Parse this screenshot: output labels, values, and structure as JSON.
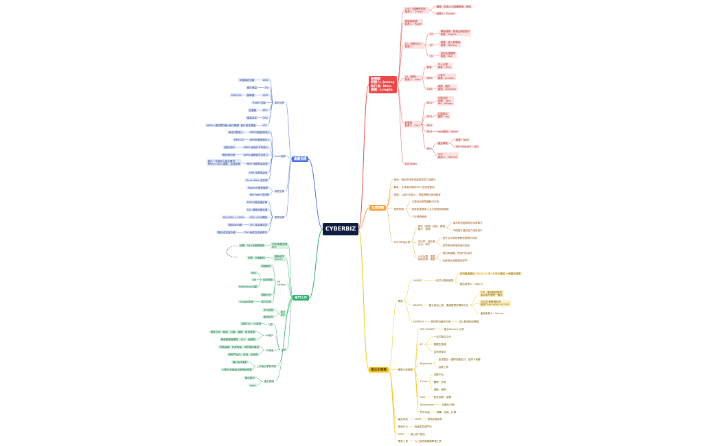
{
  "colors": {
    "hub": "#0f1c3f",
    "red": "#ec4848",
    "orange": "#f0a040",
    "yellow": "#f2c318",
    "blue": "#4a6fe0",
    "green": "#28b06a"
  },
  "hub": "CYBERBIZ",
  "red": {
    "main": [
      "組織圖",
      "創辦人: Jemmy",
      "執行長: Allen",
      "總裁: Lungjia"
    ],
    "n_cmo": [
      "CMO（總體營運官）",
      "負責人：Evelyn"
    ],
    "n_cmo_1": "職責：負責公司整體策略、營運",
    "n_cmo_2": "負責人：Evelyn",
    "n_finance": [
      "財務與總務",
      "負責人：Roger"
    ],
    "n_sd": [
      "SD（服務交付）",
      "負責人："
    ],
    "n_cs": "CS",
    "n_cs_1": [
      "專案經理：負責品牌型客戶",
      "負責：Sophia"
    ],
    "n_cp": "CP",
    "n_cp_1": [
      "營運：導入與專案",
      "負責：Nadina"
    ],
    "n_ts": "TS",
    "n_ts_1": [
      "技術支援團隊",
      "負責：Neil"
    ],
    "n_sa": [
      "SA（業務）",
      "負責人：allen"
    ],
    "n_sa_a": "新客",
    "n_sa_a1": [
      "中小企業",
      "負責：Alvin"
    ],
    "n_sa_b": "KAM",
    "n_sa_b1": [
      "大客戶",
      "負責：Jennifer"
    ],
    "n_sa_c": "CSM",
    "n_sa_c1": [
      "經營、續約",
      "負責：Ambrose"
    ],
    "n_rd": [
      "研發組",
      "負責人：Nick"
    ],
    "n_rd_a": "RD1",
    "n_rd_a1": [
      "代號系統",
      "架構：Tony",
      "PM：William"
    ],
    "n_rd_b": "RD2",
    "n_rd_b1": [
      "訂閱產品",
      "團隊：ray"
    ],
    "n_rd_c": "RD3",
    "n_rd_d": "RD4",
    "n_rd_d1": "data應用：Aaron",
    "n_rd_e": "PM",
    "n_rd_e1": "產品專案",
    "n_rd_e1a": "負責：Noel",
    "n_rd_e1b": "APP MARKET：Will",
    "n_rd_e2": [
      "OPS",
      "負責人：Hannah"
    ],
    "n_join": "Join team"
  },
  "orange": {
    "main": "目標策略",
    "o1": "使命：讓全球商家透過雲端的力量開店",
    "o2": "願景：全球頂尖電商OMO生態運營商",
    "o3": "價值：以客戶為核心，精進專業技術與顧客",
    "o4": "經營策略",
    "o4a": "以電商協會整體解決方案",
    "o4b": "新零售產業導入全方案服務與服務",
    "o4c": "三年經營策略",
    "o5": "2025年度目標",
    "o5a": [
      "營收（服務）成長：擴增",
      "客戶：穩健"
    ],
    "o5a1": "產品附提級擴張化商業模式",
    "o5a2": "不斷提升產品能力滿足客戶",
    "o5b": [
      "市佔率、留存度",
      "生活：優化"
    ],
    "o5b1": "提升台灣零售業轉型服務的效能",
    "o5b2": "新零售與跨境增長的技術",
    "o5c": [
      "公司治理：重要",
      "效應目標：穩健"
    ],
    "o5c1": "增加與媒體、跨部門的協作",
    "o5c2": "改變與升級聯盟的部門"
  },
  "yellow": {
    "main": "產品生態圈",
    "y1": "開發",
    "y1a": "OWSDT",
    "y1a1": "一站式AI電商營運",
    "y1a1a": "多項營運產品：O．L．I．N．E 可以連結 一個整合營運",
    "y1a1b": "產品負責人：Naomi",
    "y1b": "BRIDGE",
    "y1b1": "整合商品上架、價格管理的電商平台",
    "y1b1a": [
      "PIM：產品數據管理",
      "整合客戶管理一體化"
    ],
    "y1b1b": [
      "OMS訂單管理系統",
      "數據CRM+WMS+ECPOS"
    ],
    "y1b1c": "產品負責人：Winnie",
    "y1c": "EXPRESS",
    "y1c1": "跨境物流解決方案",
    "y1c2": "幫以跨境物流開發",
    "y2": "開發生態服務",
    "y2a": "APP MARKET",
    "y2a1": "整合Martech工具",
    "y2b": "EC",
    "y2b1": "一站式開店平台",
    "y2b2": "擴展生態鏈",
    "y2b3": "金物流整合",
    "y2c": "Payments",
    "y2c1": "金流整合：國際外匯支付、信用卡授權",
    "y2c2": "金融工具",
    "y2d": "Ticket",
    "y2d1": "活動平台",
    "y2d2": "購票：會員",
    "y2d3": "場館：服務",
    "y2e": "SCM",
    "y2e1": "物流供應：採購",
    "y2f": "Automation",
    "y2f1": "自動化行銷",
    "y2g": "門市系統",
    "y2g1": "導購、收款、訂單",
    "y3": "產品系統",
    "y3a": "WMS",
    "y3a1": "智慧倉儲系統",
    "y4": "電商POS",
    "y4a": "快速高質感門市",
    "y5": "OMO",
    "y5a": "線上線下整合",
    "y6": "電商工具",
    "y6a": "人工智慧與機器學習工具"
  },
  "blue": {
    "main": "業績指標",
    "b1": "重點指標",
    "b1a": "GMV",
    "b1a1": "年度總成交額",
    "b1b": "OV",
    "b1b1": "總訂單量",
    "b1c": "AOV",
    "b1c1": "OMV/OV",
    "b1c2": "客單價",
    "b1d": "Traffic 流量",
    "b1e": "RPS",
    "b1e1": "訪客數",
    "b1f": "CAC",
    "b1f1": "獲客成本",
    "b1g": "LTV",
    "b1g1": "客戶終生價值",
    "b1g2": "ARPU=總訂閱月數x每月單價",
    "b2": "SaaS指標",
    "b2a": "MRR月度經常收入",
    "b2a1": "每月訂閱收入",
    "b2b": "ARR年度經常收入",
    "b2b1": "MRR*12",
    "b2c": "ARPU 每用戶平均收入",
    "b2c1": "營收/用戶",
    "b2d": "ARPA 每帳號平均收入",
    "b2d1": "營收/帳戶數",
    "b2e": "NRR 淨營收留存率",
    "b2e1": [
      "客戶一年後收入變化情況",
      "NRR>100% 擴展：加深依賴"
    ],
    "b2f": "GRR 毛營收留存",
    "b2g": "Churn Rate 流失率",
    "b3": "銷售指標",
    "b3a": "Pipeline 銷售機會",
    "b3b": "Win Rate 成交率",
    "b4": "業務指標",
    "b4a": "MQL行銷合格名單",
    "b4b": "SQL 業務合格名單",
    "b4c": "MQL→SQL轉換",
    "b4c1": "SQL/MQL x 100%",
    "b4d": "CPL 每名單成本",
    "b4d1": "費用/lead數",
    "b4e": "CPA 每成交名單成本",
    "b4e1": "費用/成交客戶數"
  },
  "green": {
    "main": "部門工作",
    "g1": [
      "行銷/業務營運",
      "KOL"
    ],
    "g1a": "目標：DAU及業績增長",
    "g2": [
      "業務協同",
      "Charm"
    ],
    "g2a": "目標：名單轉換",
    "g3": [
      "PR",
      "Gallery"
    ],
    "g3a": "新聞稿件",
    "g3b": "社群經營",
    "g3b1": "Web",
    "g3b2": "SM",
    "g3b3": "Publication活動",
    "g3c": "異業合作",
    "g3d": "客戶訪談",
    "g3d1": "Google評論",
    "g4": [
      "設計",
      "Ben"
    ],
    "g4a": "多元視覺",
    "g4b": "產品製作",
    "g5": "品牌",
    "g5a": "社群",
    "g5a1": "臉書FAQ、IG趨勢",
    "g5b": "KA客戶",
    "g5b1": "銷售合作：服務、討論、議題、費用管理",
    "g5b2": "服務經營管理員：月卡、服務費",
    "g5c": "SR經營",
    "g5c1": "會員認識、會員等級、特別福利專案",
    "g5c2": "跨部門合作：協助、諮詢費",
    "g6": "上架產品服務規劃",
    "g6a": "展示版本更新",
    "g6b": "分享合作廠商活動場地規劃",
    "g7": "產品原圖",
    "g7a": "素材製作",
    "g7b": "tools"
  }
}
